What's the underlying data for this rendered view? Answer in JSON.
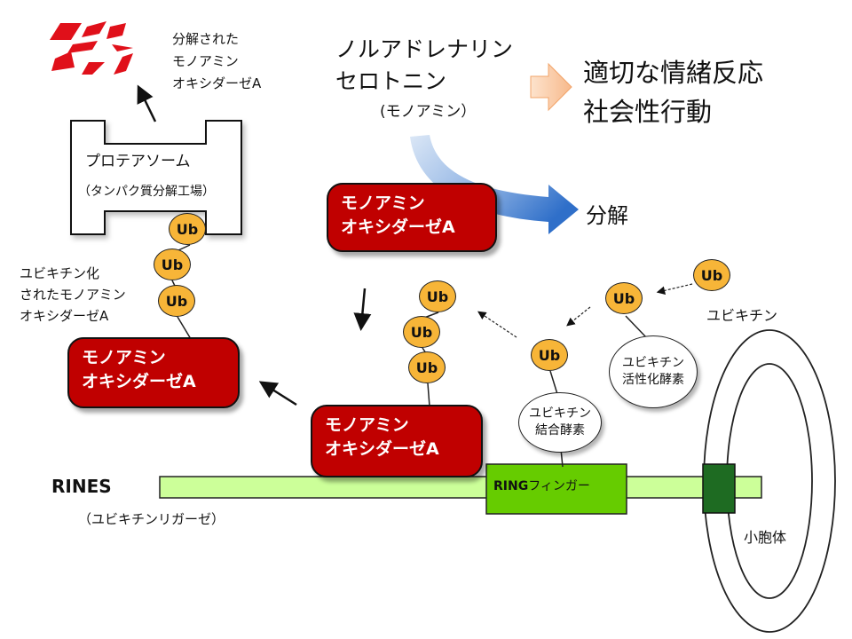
{
  "neurotransmitters": {
    "line1": "ノルアドレナリン",
    "line2": "セロトニン",
    "line3": "(モノアミン）"
  },
  "outcome": {
    "line1": "適切な情緒反応",
    "line2": "社会性行動"
  },
  "decomposition_label": "分解",
  "degraded_label": {
    "line1": "分解された",
    "line2": "モノアミン",
    "line3": "オキシダーゼA"
  },
  "proteasome": {
    "label": "プロテアソーム",
    "sublabel": "（タンパク質分解工場）"
  },
  "ubiquitinated_label": {
    "line1": "ユビキチン化",
    "line2": "されたモノアミン",
    "line3": "オキシダーゼA"
  },
  "mao_a": {
    "line1": "モノアミン",
    "line2": "オキシダーゼA"
  },
  "ub_label": "Ub",
  "ubiquitin_label": "ユビキチン",
  "e1_enzyme": {
    "line1": "ユビキチン",
    "line2": "活性化酵素"
  },
  "e2_enzyme": {
    "line1": "ユビキチン",
    "line2": "結合酵素"
  },
  "rines": {
    "label": "RINES",
    "sublabel": "（ユビキチンリガーゼ）",
    "ring_label_bold": "RING",
    "ring_label_rest": "フィンガー"
  },
  "vesicle_label": "小胞体",
  "colors": {
    "mao": "#c00000",
    "ub": "#f7b538",
    "rines_bar": "#ccff99",
    "ring_finger": "#66cc00",
    "tm_domain": "#1e6b22",
    "degraded_fragment": "#e0101a",
    "flow_arrow": "#5b8fd4",
    "outcome_arrow": "#f9c89f"
  }
}
